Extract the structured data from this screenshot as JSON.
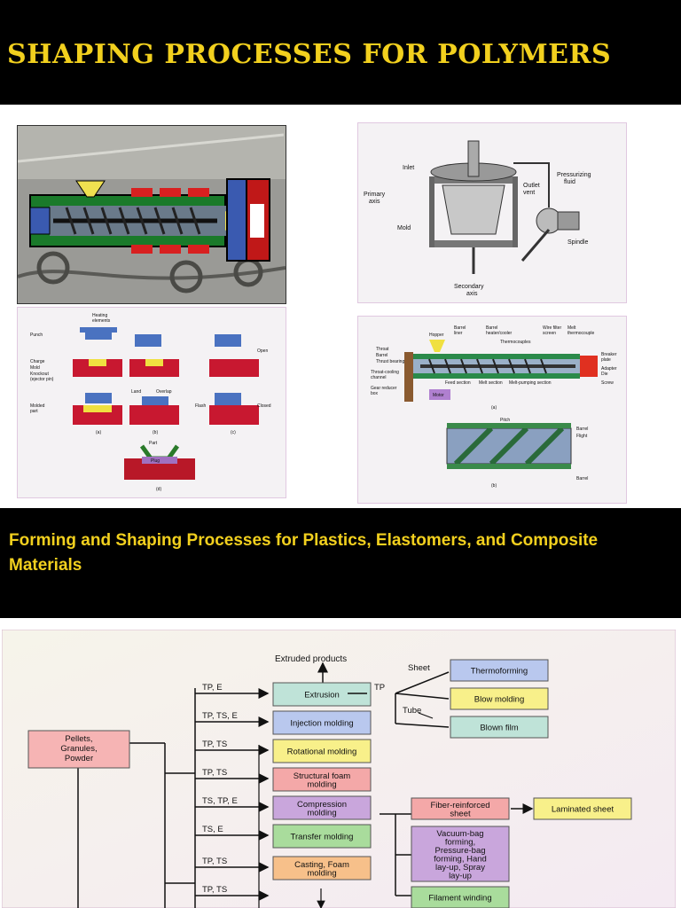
{
  "slide1": {
    "title": "SHAPING PROCESSES FOR POLYMERS",
    "figure_labels": {
      "rotational": [
        "Inlet",
        "Primary axis",
        "Outlet vent",
        "Pressurizing fluid",
        "Mold",
        "Spindle",
        "Secondary axis"
      ],
      "compression": [
        "Heating elements",
        "Punch",
        "Charge",
        "Mold",
        "Knockout (ejector pin)",
        "Molded part",
        "Open",
        "Land",
        "Overlap",
        "Flash",
        "Closed",
        "Part",
        "Plug",
        "(a)",
        "(b)",
        "(c)",
        "(d)"
      ],
      "extruder": [
        "Hopper",
        "Barrel liner",
        "Barrel heater/cooler",
        "Thermocouples",
        "Wire filter screen",
        "Melt thermocouple",
        "Throat",
        "Barrel",
        "Thrust bearing",
        "Throat-cooling channel",
        "Gear reducer box",
        "Motor",
        "Feed section",
        "Melt section",
        "Melt-pumping section",
        "Breaker plate",
        "Adapter",
        "Die",
        "Screw",
        "(a)",
        "Pitch",
        "Barrel",
        "Flight",
        "Barrel",
        "(b)"
      ]
    }
  },
  "slide2": {
    "subtitle": "Forming and Shaping Processes for Plastics, Elastomers, and Composite Materials",
    "flow": {
      "input": "Pellets, Granules, Powder",
      "extruded_products": "Extruded products",
      "processes": [
        {
          "edge": "TP, E",
          "label": "Extrusion",
          "color": "#bfe3d8"
        },
        {
          "edge": "TP, TS, E",
          "label": "Injection molding",
          "color": "#b9c8ee"
        },
        {
          "edge": "TP, TS",
          "label": "Rotational molding",
          "color": "#f8f08a"
        },
        {
          "edge": "TP, TS",
          "label": "Structural foam molding",
          "color": "#f4a8a8"
        },
        {
          "edge": "TS, TP, E",
          "label": "Compression molding",
          "color": "#c9a6dc"
        },
        {
          "edge": "TS, E",
          "label": "Transfer molding",
          "color": "#a9dc9c"
        },
        {
          "edge": "TP, TS",
          "label": "Casting, Foam molding",
          "color": "#f7c08a"
        },
        {
          "edge": "TP, TS",
          "label": "",
          "color": ""
        }
      ],
      "tp_label": "TP",
      "sheet_label": "Sheet",
      "tube_label": "Tube",
      "extrusion_outputs": [
        {
          "label": "Thermoforming",
          "color": "#b9c8ee"
        },
        {
          "label": "Blow molding",
          "color": "#f8f08a"
        },
        {
          "label": "Blown film",
          "color": "#bfe3d8"
        }
      ],
      "composites": [
        {
          "label": "Fiber-reinforced sheet",
          "color": "#f4a8a8"
        },
        {
          "label": "Vacuum-bag forming, Pressure-bag forming, Hand lay-up, Spray lay-up",
          "color": "#c9a6dc"
        },
        {
          "label": "Filament winding",
          "color": "#a9dc9c"
        }
      ],
      "laminated": {
        "label": "Laminated sheet",
        "color": "#f8f08a"
      }
    }
  }
}
